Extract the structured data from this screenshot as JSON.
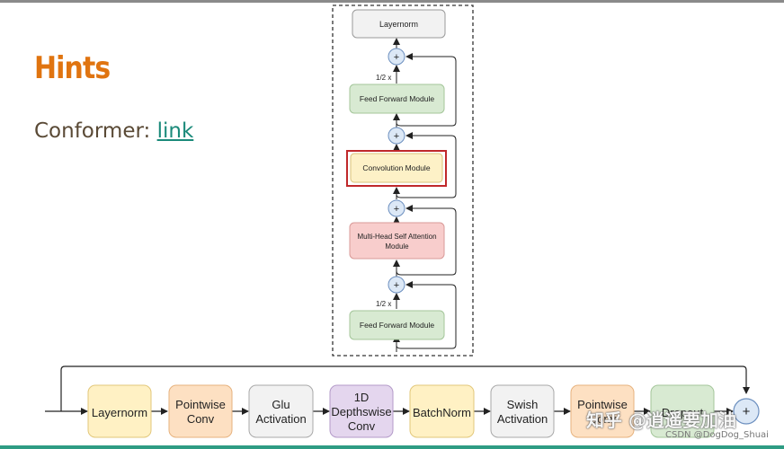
{
  "slide": {
    "title": "Hints",
    "subtitle_prefix": "Conformer: ",
    "link_label": "link"
  },
  "block": {
    "layernorm_top": "Layernorm",
    "half_top": "1/2 x",
    "ffm_top": "Feed Forward Module",
    "conv_module": "Convolution Module",
    "mhsa_line1": "Multi-Head Self Attention",
    "mhsa_line2": "Module",
    "half_bottom": "1/2 x",
    "ffm_bottom": "Feed Forward Module",
    "plus": "+"
  },
  "pipeline": {
    "layernorm": "Layernorm",
    "pointwise1_l1": "Pointwise",
    "pointwise1_l2": "Conv",
    "glu_l1": "Glu",
    "glu_l2": "Activation",
    "dw_l1": "1D",
    "dw_l2": "Depthswise",
    "dw_l3": "Conv",
    "batchnorm": "BatchNorm",
    "swish_l1": "Swish",
    "swish_l2": "Activation",
    "pointwise2_l1": "Pointwise",
    "pointwise2_l2": "Conv",
    "dropout": "Dropout",
    "plus": "+"
  },
  "watermark": {
    "zhihu": "知乎 @逍遥要加油",
    "csdn": "CSDN @DogDog_Shuai"
  },
  "colors": {
    "title": "#e07410",
    "link": "#1b8a7a",
    "bottom_rule": "#2e9c83",
    "ffm_fill": "#d8ead2",
    "conv_fill": "#fdf1c7",
    "conv_border": "#c0282a",
    "mhsa_fill": "#f8cdcc",
    "plus_fill": "#dce8f6"
  }
}
